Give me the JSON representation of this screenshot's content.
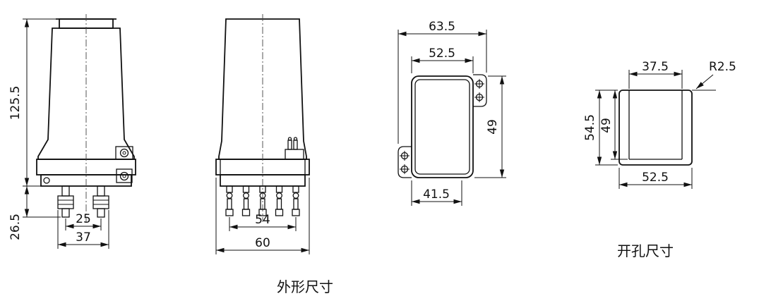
{
  "drawing": {
    "captions": {
      "outline": "外形尺寸",
      "cutout": "开孔尺寸"
    },
    "front_view": {
      "height": "125.5",
      "terminal_length": "26.5",
      "terminal_spacing": "25",
      "terminal_span": "37"
    },
    "side_view": {
      "terminal_span": "54",
      "base_width": "60"
    },
    "rear_view": {
      "overall_width": "63.5",
      "body_width": "52.5",
      "body_height": "49",
      "bottom_width": "41.5"
    },
    "cutout_view": {
      "top_width": "37.5",
      "corner_radius": "R2.5",
      "outer_height": "54.5",
      "inner_height": "49",
      "bottom_width": "52.5"
    }
  }
}
